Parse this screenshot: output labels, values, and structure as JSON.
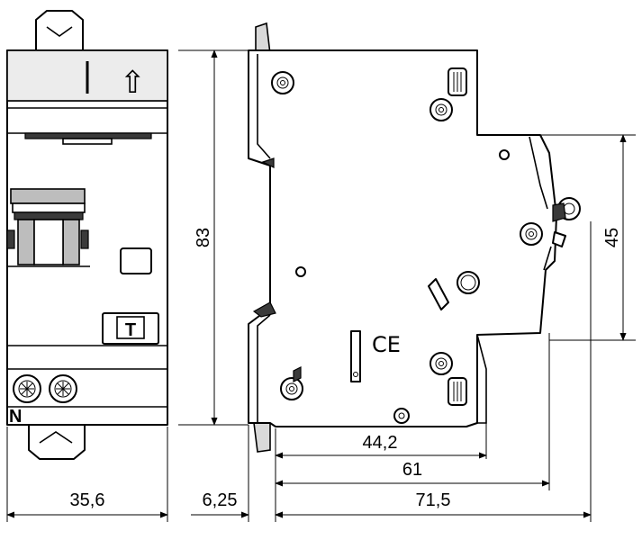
{
  "diagram": {
    "dimensions": {
      "width_front": "35,6",
      "offset_rail": "6,25",
      "height": "83",
      "depth_total": "71,5",
      "depth_61": "61",
      "depth_44": "44,2",
      "height_step": "45"
    },
    "front_labels": {
      "test_button": "T",
      "neutral_mark": "N",
      "toggle_arrow": "⇧"
    },
    "side_labels": {
      "ce_mark": "CE"
    }
  }
}
